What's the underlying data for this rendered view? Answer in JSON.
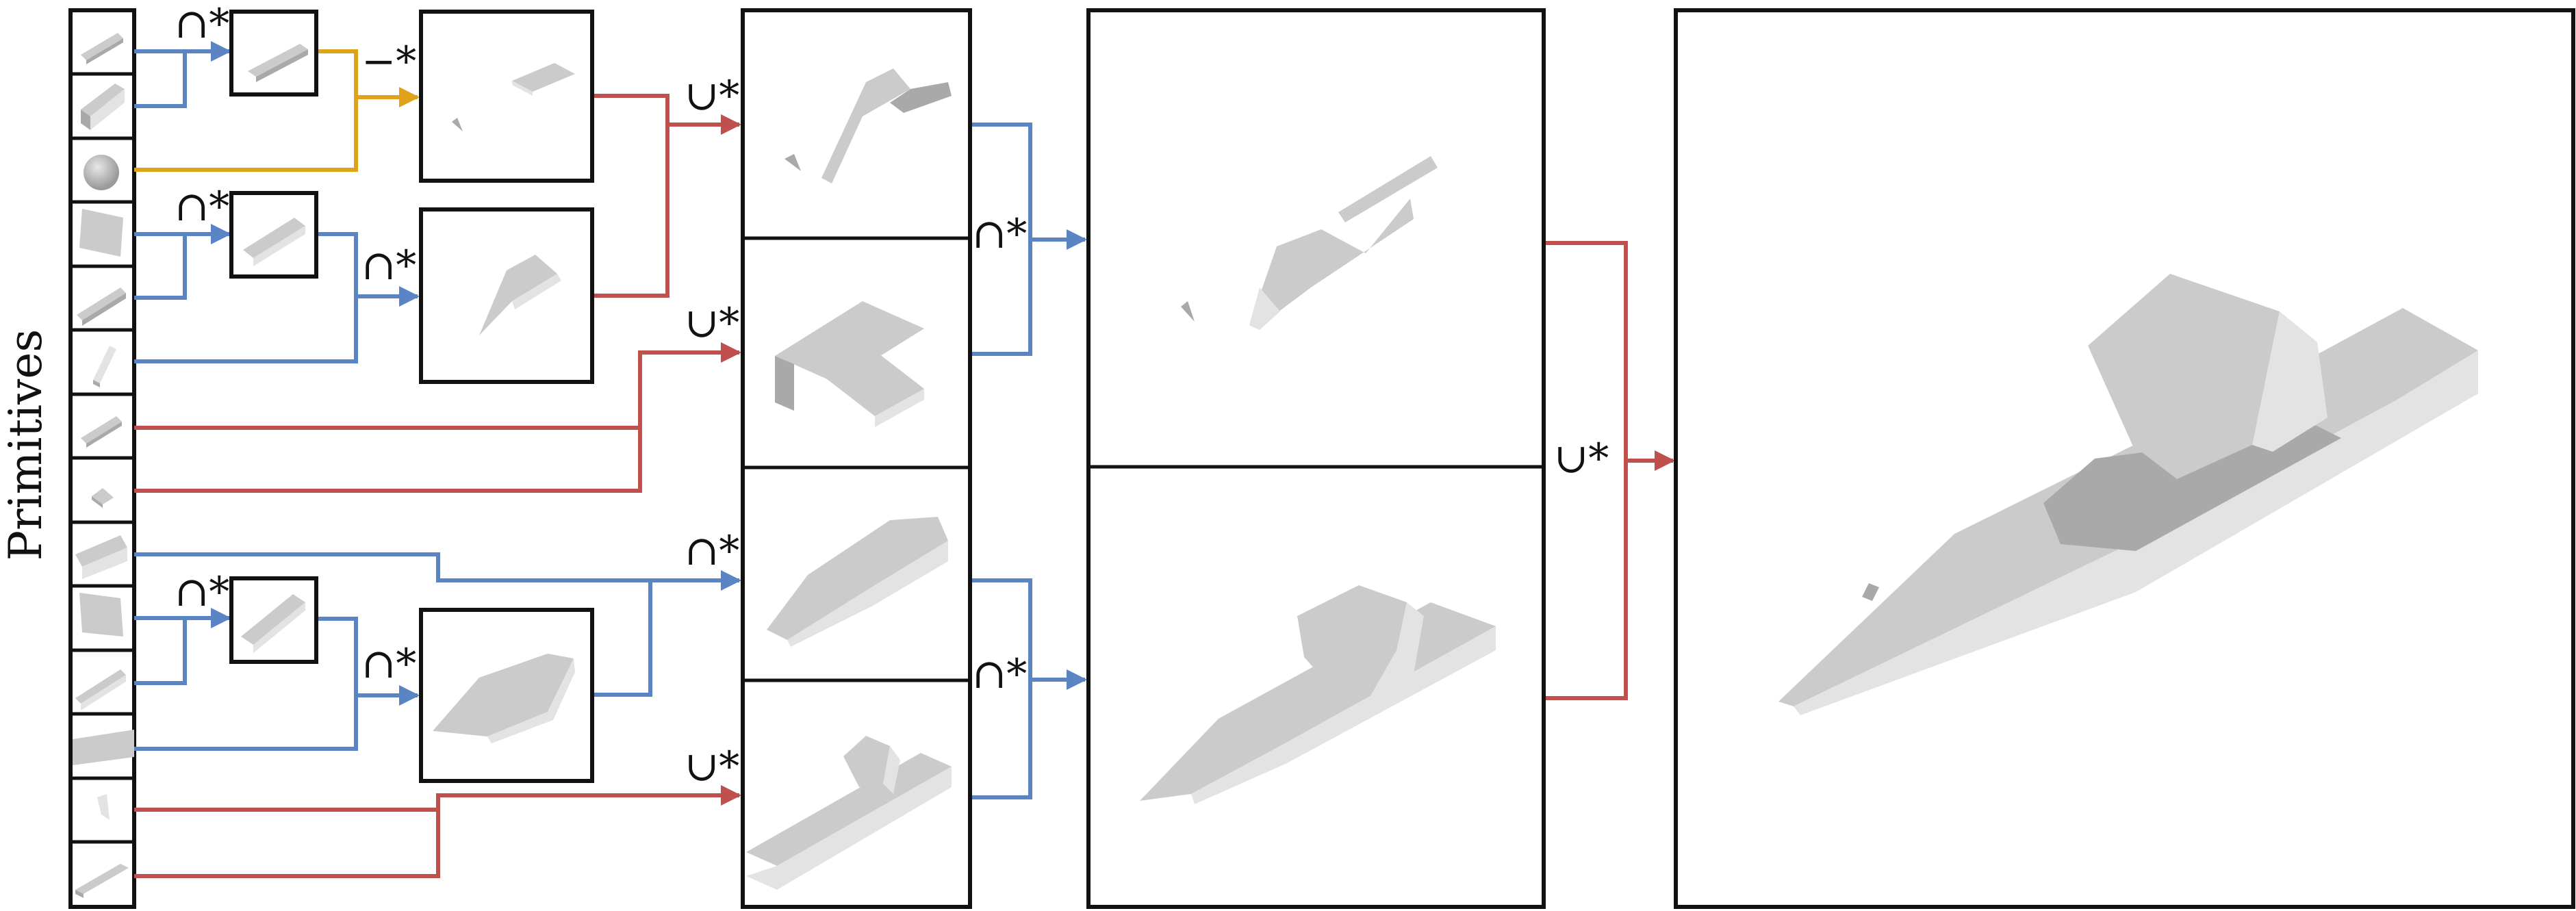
{
  "figure": {
    "side_label": "Primitives",
    "colors": {
      "intersection": "#5b84c4",
      "union": "#c0504d",
      "difference": "#e0a21b",
      "solid_top": "#cbcbcb",
      "solid_side": "#a9a9a9",
      "solid_light": "#e3e3e3"
    },
    "operators": {
      "intersection": "∩*",
      "union": "∪*",
      "difference": "−*"
    },
    "primitive_count": 14,
    "stages": [
      "primitives",
      "pairwise-intersections",
      "level-1-results",
      "level-2-parts",
      "level-3-parts",
      "final-shape"
    ]
  }
}
